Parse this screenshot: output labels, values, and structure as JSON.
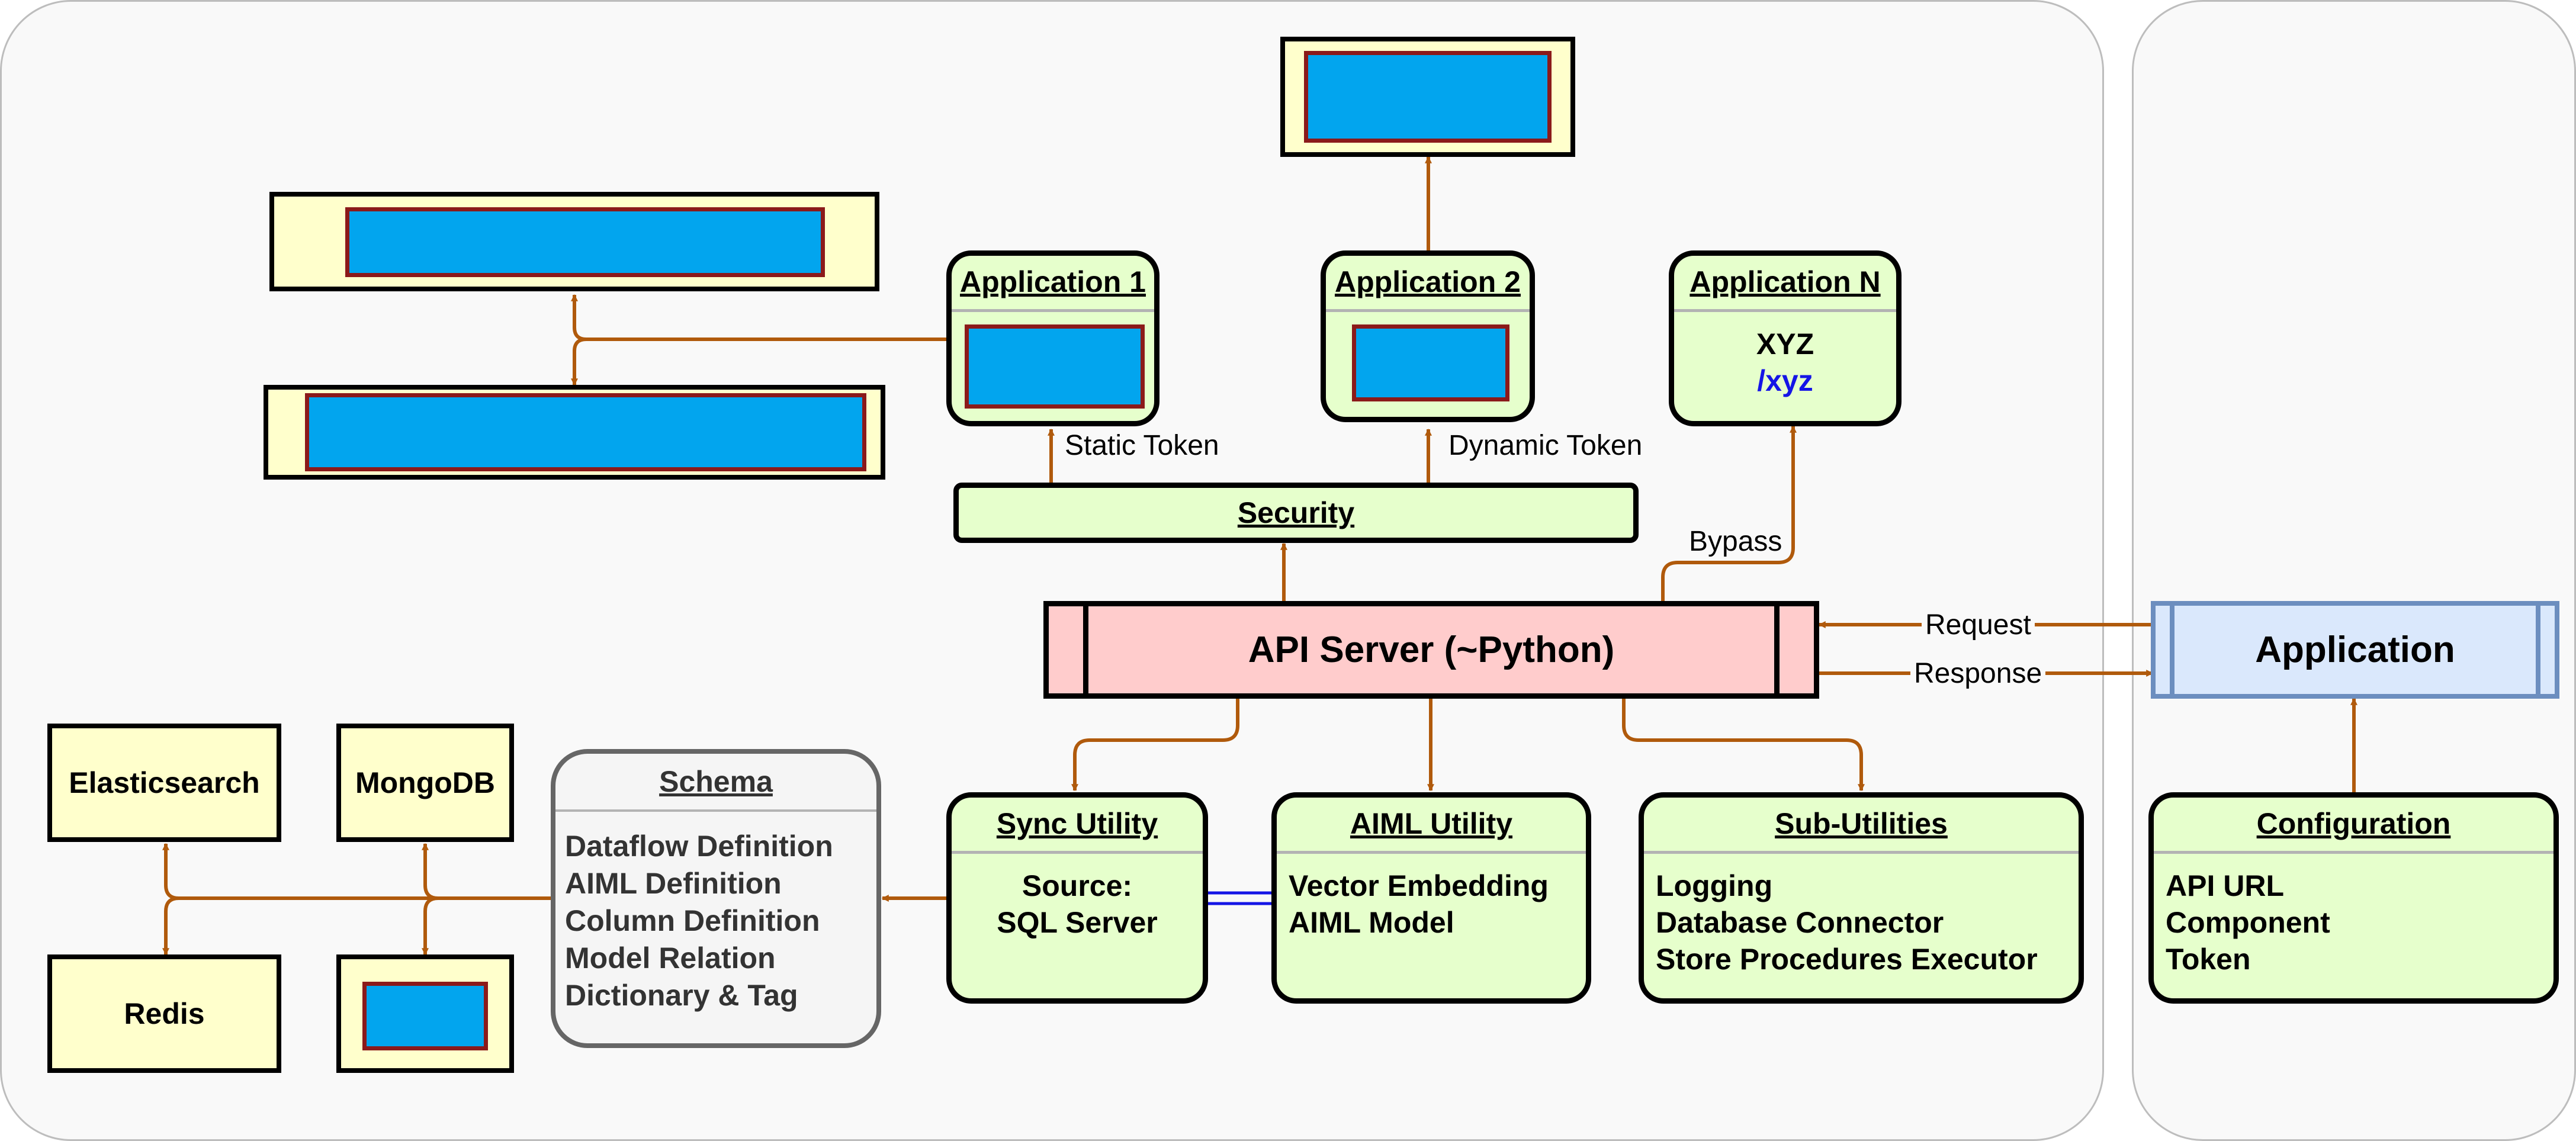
{
  "colors": {
    "connector": "#b05a0c",
    "app_fill": "#e6ffcc",
    "api_fill": "#ffcccc",
    "client_fill": "#dae8fc",
    "client_border": "#6c8ebf",
    "yellow_fill": "#ffffcc",
    "image_blue": "#02a5ee",
    "image_border": "#8b1a1a",
    "bypass_link": "#1515e6"
  },
  "applications": {
    "app1": {
      "title": "Application 1"
    },
    "app2": {
      "title": "Application 2"
    },
    "appn": {
      "title": "Application N",
      "line1": "XYZ",
      "line2": "/xyz"
    }
  },
  "security": {
    "title": "Security"
  },
  "api_server": {
    "title": "API Server (~Python)"
  },
  "client": {
    "title": "Application"
  },
  "configuration": {
    "title": "Configuration",
    "items": [
      "API URL",
      "Component",
      "Token"
    ]
  },
  "sync_utility": {
    "title": "Sync Utility",
    "line1": "Source:",
    "line2": "SQL Server"
  },
  "aiml_utility": {
    "title": "AIML Utility",
    "items": [
      "Vector Embedding",
      "AIML Model"
    ]
  },
  "sub_utilities": {
    "title": "Sub-Utilities",
    "items": [
      "Logging",
      "Database Connector",
      "Store Procedures Executor"
    ]
  },
  "schema": {
    "title": "Schema",
    "items": [
      "Dataflow Definition",
      "AIML Definition",
      "Column Definition",
      "Model Relation",
      "Dictionary & Tag"
    ]
  },
  "stores": {
    "elasticsearch": "Elasticsearch",
    "mongodb": "MongoDB",
    "redis": "Redis"
  },
  "edge_labels": {
    "static_token": "Static Token",
    "dynamic_token": "Dynamic Token",
    "bypass": "Bypass",
    "request": "Request",
    "response": "Response"
  }
}
